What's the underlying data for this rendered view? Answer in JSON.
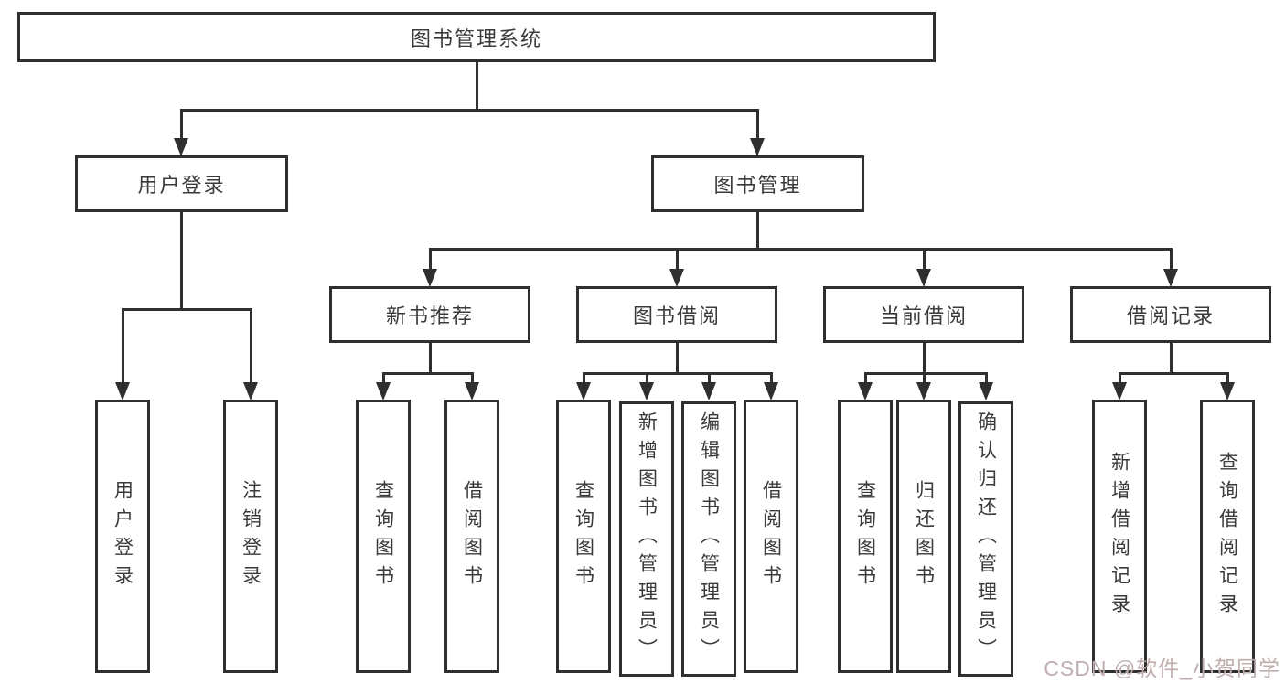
{
  "diagram": {
    "tree": {
      "label": "图书管理系统",
      "children": [
        {
          "label": "用户登录",
          "children": [
            {
              "label": "用户登录"
            },
            {
              "label": "注销登录"
            }
          ]
        },
        {
          "label": "图书管理",
          "children": [
            {
              "label": "新书推荐",
              "children": [
                {
                  "label": "查询图书"
                },
                {
                  "label": "借阅图书"
                }
              ]
            },
            {
              "label": "图书借阅",
              "children": [
                {
                  "label": "查询图书"
                },
                {
                  "label": "新增图书（管理员）"
                },
                {
                  "label": "编辑图书（管理员）"
                },
                {
                  "label": "借阅图书"
                }
              ]
            },
            {
              "label": "当前借阅",
              "children": [
                {
                  "label": "查询图书"
                },
                {
                  "label": "归还图书"
                },
                {
                  "label": "确认归还（管理员）"
                }
              ]
            },
            {
              "label": "借阅记录",
              "children": [
                {
                  "label": "新增借阅记录"
                },
                {
                  "label": "查询借阅记录"
                }
              ]
            }
          ]
        }
      ]
    }
  },
  "watermark": {
    "text": "CSDN @软件_小贺同学",
    "color": "#c0aeae"
  },
  "colors": {
    "background": "#ffffff",
    "box_border": "#2f2f2f",
    "connector": "#2f2f2f",
    "text": "#3a3a3a"
  }
}
